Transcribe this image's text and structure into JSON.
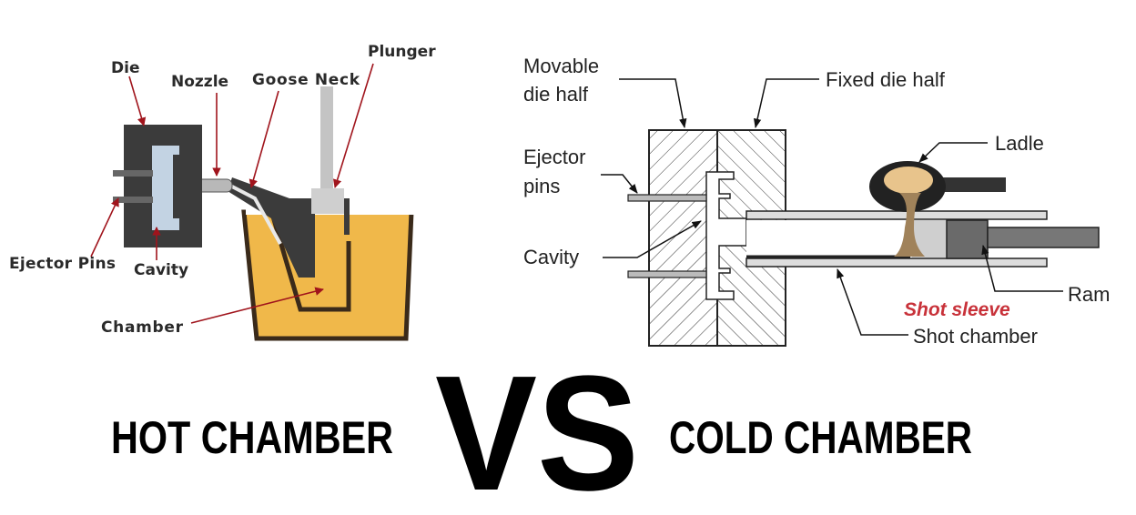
{
  "hot": {
    "labels": {
      "die": "Die",
      "nozzle": "Nozzle",
      "goose_neck": "Goose Neck",
      "plunger": "Plunger",
      "ejector_pins": "Ejector Pins",
      "cavity": "Cavity",
      "chamber": "Chamber"
    },
    "title": "HOT CHAMBER"
  },
  "vs": "VS",
  "cold": {
    "labels": {
      "movable_1": "Movable",
      "movable_2": "die half",
      "fixed": "Fixed die half",
      "ejector_1": "Ejector",
      "ejector_2": "pins",
      "cavity": "Cavity",
      "ladle": "Ladle",
      "ram": "Ram",
      "shot_sleeve": "Shot sleeve",
      "shot_chamber": "Shot chamber"
    },
    "title": "COLD CHAMBER"
  },
  "colors": {
    "molten_metal": "#f0b84a",
    "die_dark": "#3b3b3b",
    "cavity_blue": "#c3d3e3",
    "arrow_red": "#a0141c",
    "shot_sleeve_red": "#c8323a",
    "ladle_metal": "#e8c48c"
  }
}
